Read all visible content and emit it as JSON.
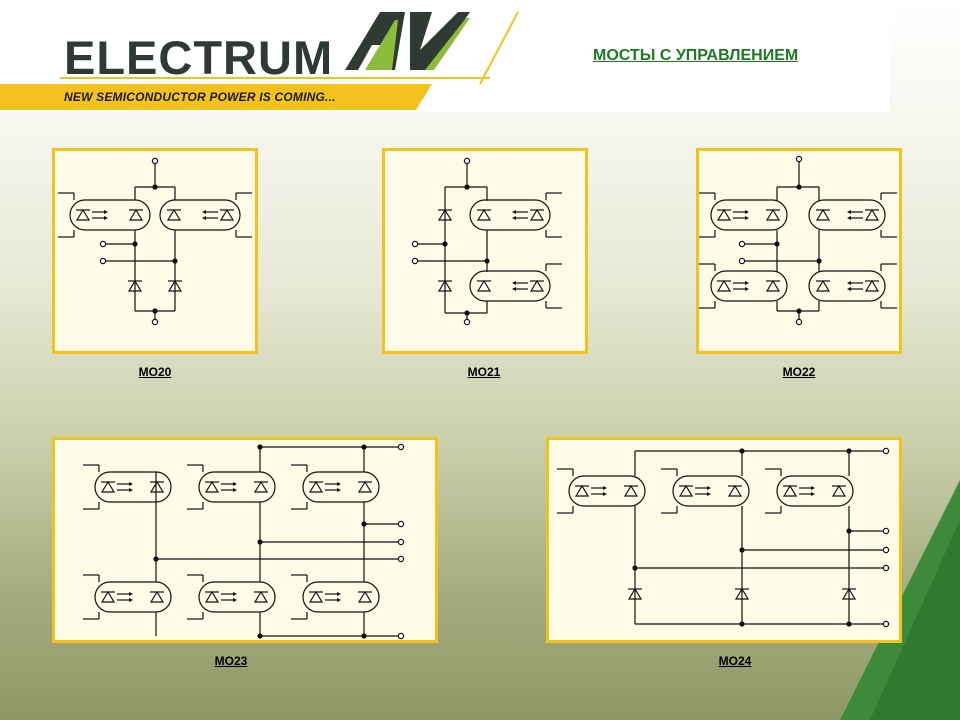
{
  "header": {
    "brand_text": "ELECTRUM",
    "brand_mark": "AV",
    "tagline": "NEW SEMICONDUCTOR POWER IS COMING...",
    "title": "МОСТЫ  С  УПРАВЛЕНИЕМ"
  },
  "colors": {
    "accent_green": "#1e7a21",
    "panel_border": "#f3c21e",
    "panel_fill": "#fffbe6",
    "tagline_band": "#f3c21e",
    "logo_dark": "#2f3a33"
  },
  "diagrams": [
    {
      "caption": "MO20"
    },
    {
      "caption": "MO21"
    },
    {
      "caption": "MO22"
    },
    {
      "caption": "MO23"
    },
    {
      "caption": "MO24"
    }
  ]
}
